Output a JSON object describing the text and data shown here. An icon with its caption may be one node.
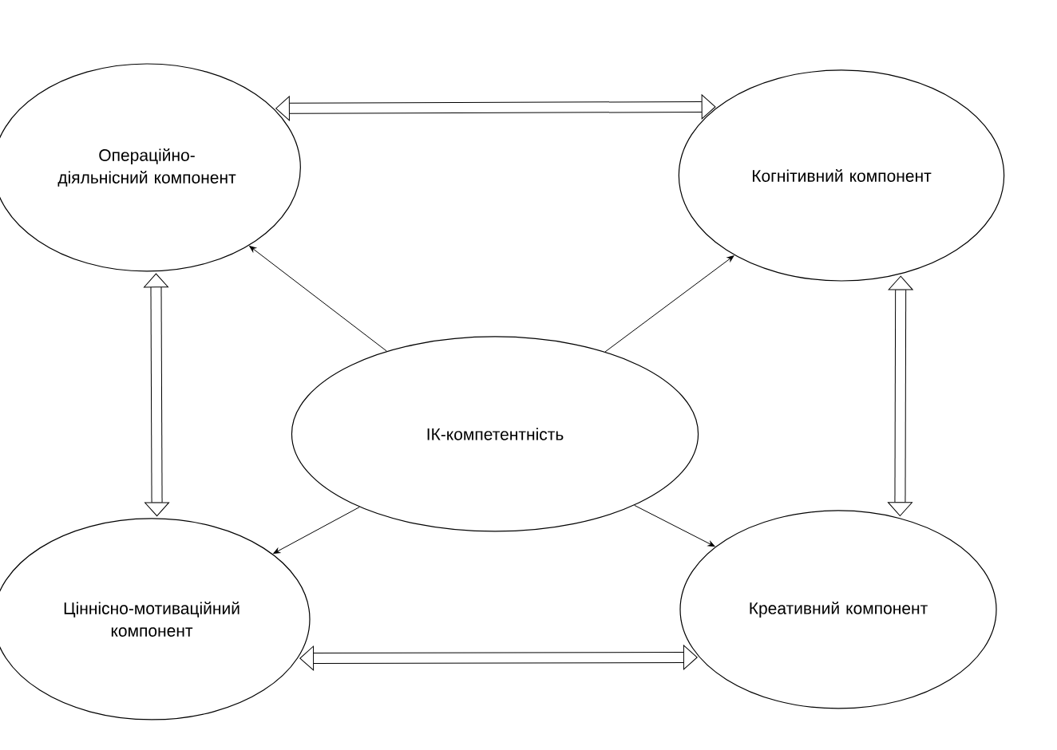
{
  "diagram": {
    "nodes": [
      {
        "text": [
          "Операційно-діяльнісний компонент"
        ]
      },
      {
        "text": [
          "Когнітивний компонент"
        ]
      },
      {
        "text": [
          "ІК-компетентність"
        ]
      },
      {
        "text": [
          "Ціннісно-мотиваційний компонент"
        ]
      },
      {
        "text": [
          "Креативний компонент"
        ]
      }
    ],
    "edges": [
      {
        "from": 0,
        "to": 1,
        "arrow": "both",
        "style": "thick"
      },
      {
        "from": 2,
        "to": 0,
        "arrow": "to"
      },
      {
        "from": 2,
        "to": 1,
        "arrow": "to"
      },
      {
        "from": 0,
        "to": 3,
        "arrow": "both",
        "style": "thick"
      },
      {
        "from": 1,
        "to": 4,
        "arrow": "both",
        "style": "thick"
      },
      {
        "from": 2,
        "to": 3,
        "arrow": "to"
      },
      {
        "from": 2,
        "to": 4,
        "arrow": "to"
      },
      {
        "from": 3,
        "to": 4,
        "arrow": "both",
        "style": "thick"
      }
    ]
  }
}
